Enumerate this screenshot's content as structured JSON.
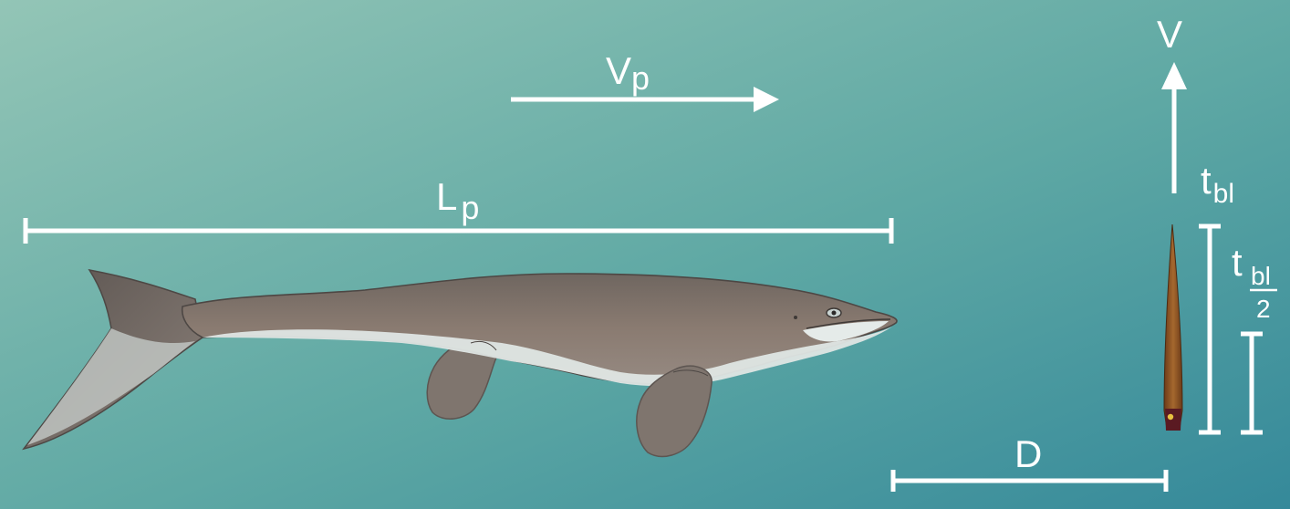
{
  "labels": {
    "vp_main": "V",
    "vp_sub": "p",
    "lp_main": "L",
    "lp_sub": "p",
    "v": "V",
    "tbl_main": "t",
    "tbl_sub": "bl",
    "tbl2_main": "t",
    "tbl2_num": "bl",
    "tbl2_den": "2",
    "d": "D"
  },
  "colors": {
    "water_top": "#8ec2b2",
    "water_bottom": "#3a9098",
    "annotation": "#ffffff",
    "animal_body": "#86786f",
    "animal_belly": "#dde4e2",
    "belemnite": "#8a4e22"
  }
}
